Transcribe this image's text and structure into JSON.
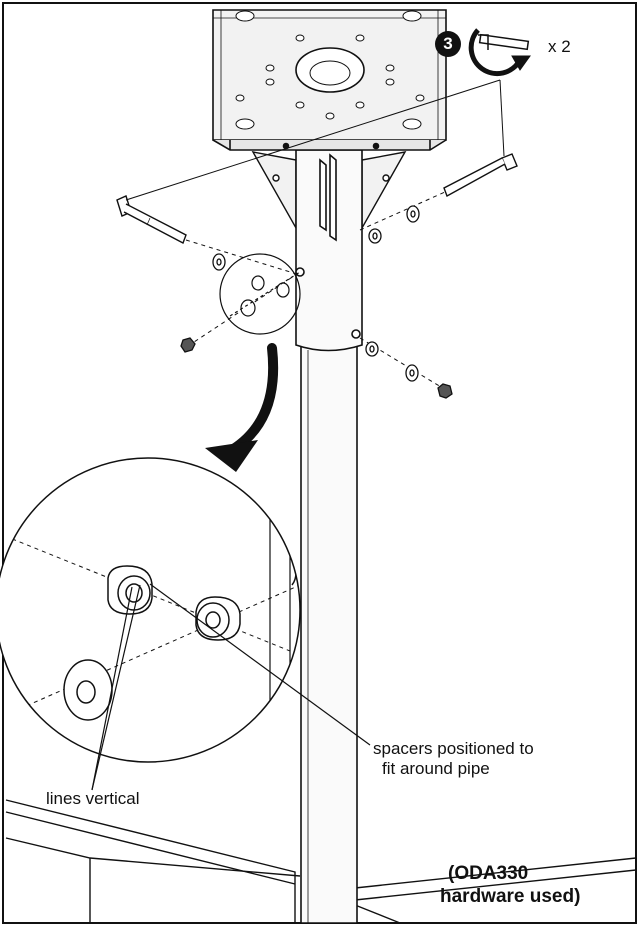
{
  "step": {
    "number": "3",
    "count": "x 2",
    "tool": "wrench-icon"
  },
  "callouts": {
    "spacers_line1": "spacers positioned to",
    "spacers_line2": "fit around pipe",
    "lines": "lines vertical"
  },
  "note": {
    "line1": "(ODA330",
    "line2": "hardware used)"
  },
  "colors": {
    "ink": "#111111",
    "paper": "#ffffff",
    "plate_fill": "#f2f2f2",
    "pipe_fill": "#fafafa"
  }
}
